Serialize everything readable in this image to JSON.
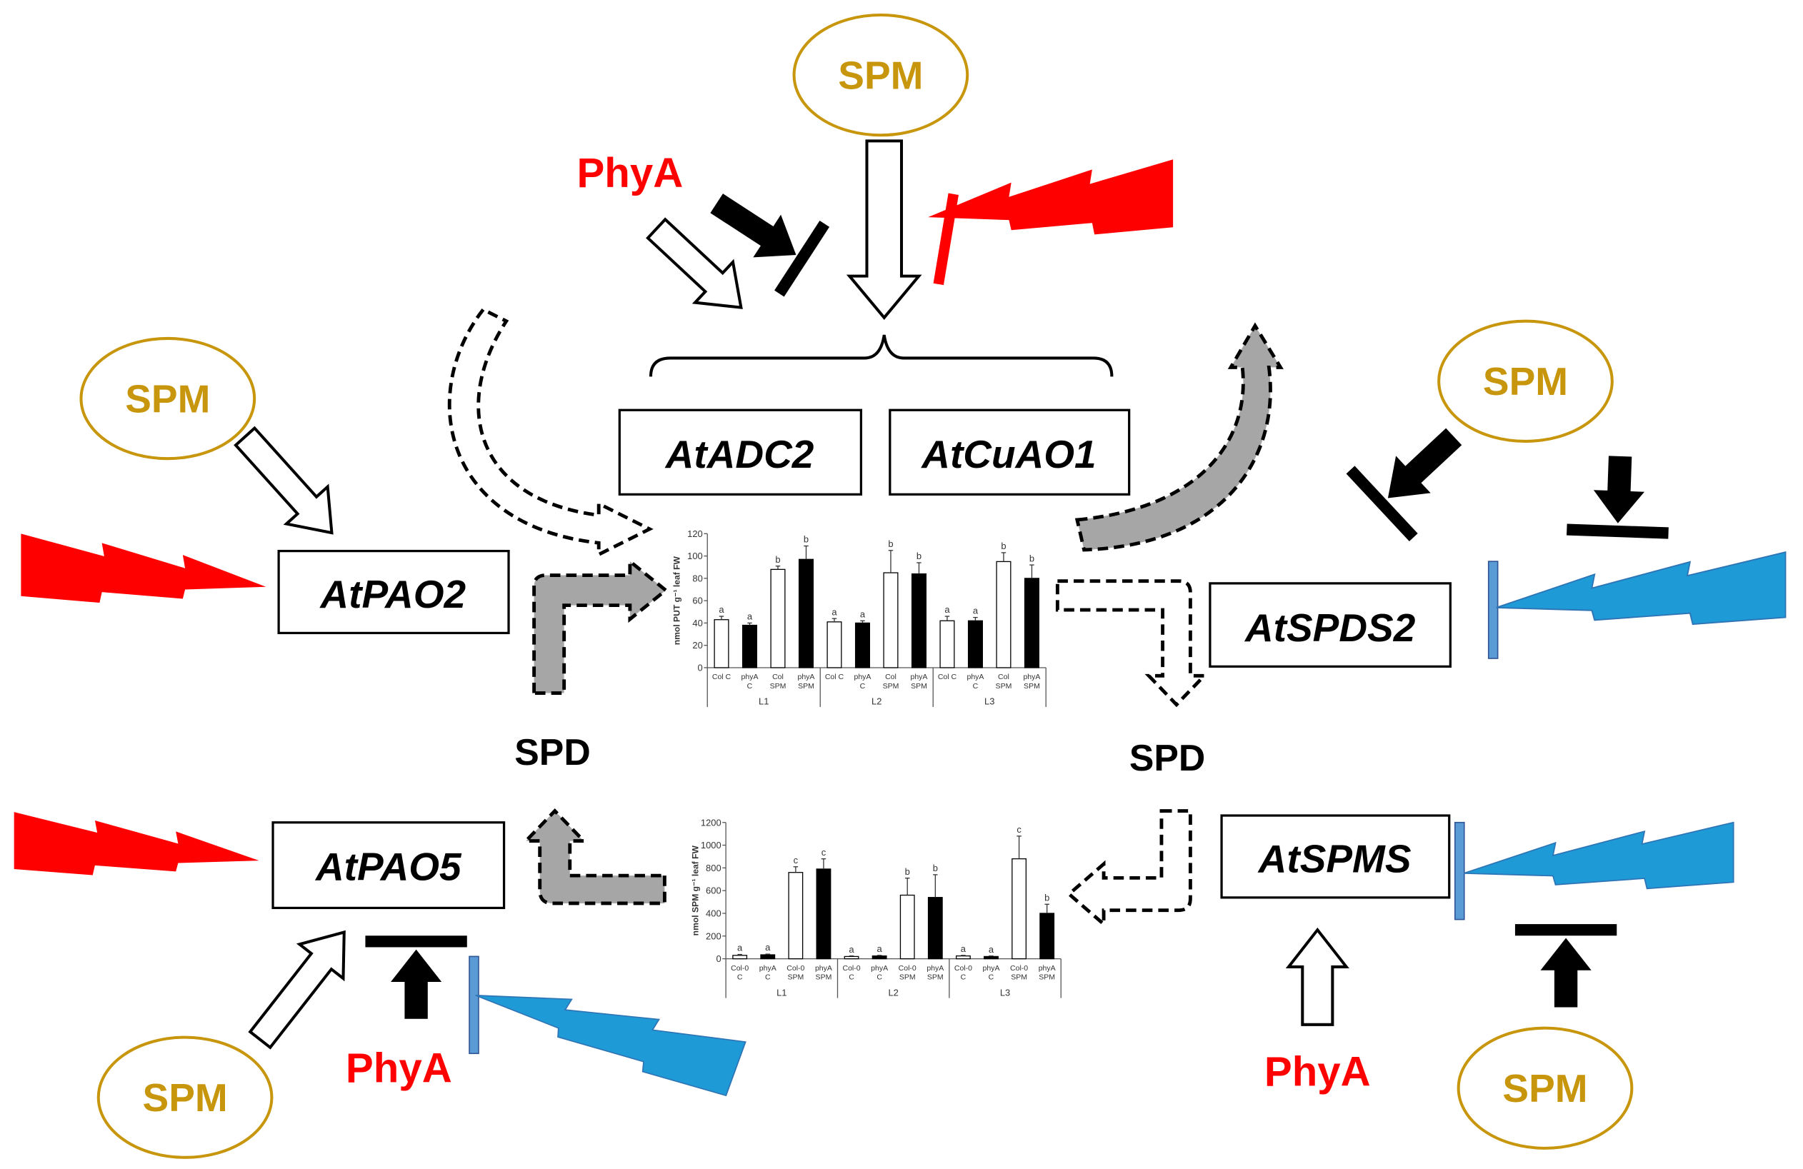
{
  "colors": {
    "spm": "#C8960C",
    "phya": "#FF0000",
    "red_bolt": "#FF0000",
    "blue_bolt": "#1E9BD7",
    "blue_bar": "#5B9BD5",
    "gray_arrow": "#A6A6A6"
  },
  "nodes": {
    "spm_top": "SPM",
    "spm_left": "SPM",
    "spm_right": "SPM",
    "spm_bottom_left": "SPM",
    "spm_bottom_right": "SPM",
    "phya_top": "PhyA",
    "phya_bottom_left": "PhyA",
    "phya_bottom_right": "PhyA",
    "spd_left": "SPD",
    "spd_right": "SPD"
  },
  "genes": {
    "adc2": "AtADC2",
    "cuao1": "AtCuAO1",
    "pao2": "AtPAO2",
    "spds2": "AtSPDS2",
    "pao5": "AtPAO5",
    "spms": "AtSPMS"
  },
  "chart_data": [
    {
      "type": "bar",
      "ylabel": "nmol PUT g⁻¹ leaf FW",
      "ylim": [
        0,
        120
      ],
      "yticks": [
        0,
        20,
        40,
        60,
        80,
        100,
        120
      ],
      "groups": [
        "L1",
        "L2",
        "L3"
      ],
      "categories": [
        [
          "Col C"
        ],
        [
          "phyA",
          "C"
        ],
        [
          "Col",
          "SPM"
        ],
        [
          "phyA",
          "SPM"
        ]
      ],
      "bar_fills": [
        "#FFFFFF",
        "#000000",
        "#FFFFFF",
        "#000000"
      ],
      "values": [
        [
          43,
          38,
          88,
          97
        ],
        [
          41,
          40,
          85,
          84
        ],
        [
          42,
          42,
          95,
          80
        ]
      ],
      "errors": [
        [
          3,
          2,
          3,
          12
        ],
        [
          3,
          2,
          20,
          10
        ],
        [
          4,
          3,
          8,
          12
        ]
      ],
      "letters": [
        [
          "a",
          "a",
          "b",
          "b"
        ],
        [
          "a",
          "a",
          "b",
          "b"
        ],
        [
          "a",
          "a",
          "b",
          "b"
        ]
      ]
    },
    {
      "type": "bar",
      "ylabel": "nmol SPM g⁻¹ leaf FW",
      "ylim": [
        0,
        1200
      ],
      "yticks": [
        0,
        200,
        400,
        600,
        800,
        1000,
        1200
      ],
      "groups": [
        "L1",
        "L2",
        "L3"
      ],
      "categories": [
        [
          "Col-0",
          "C"
        ],
        [
          "phyA",
          "C"
        ],
        [
          "Col-0",
          "SPM"
        ],
        [
          "phyA",
          "SPM"
        ]
      ],
      "bar_fills": [
        "#FFFFFF",
        "#000000",
        "#FFFFFF",
        "#000000"
      ],
      "values": [
        [
          30,
          35,
          760,
          790
        ],
        [
          20,
          25,
          560,
          540
        ],
        [
          25,
          20,
          880,
          400
        ]
      ],
      "errors": [
        [
          8,
          6,
          50,
          90
        ],
        [
          5,
          5,
          150,
          200
        ],
        [
          5,
          5,
          200,
          80
        ]
      ],
      "letters": [
        [
          "a",
          "a",
          "c",
          "c"
        ],
        [
          "a",
          "a",
          "b",
          "b"
        ],
        [
          "a",
          "a",
          "c",
          "b"
        ]
      ]
    }
  ]
}
